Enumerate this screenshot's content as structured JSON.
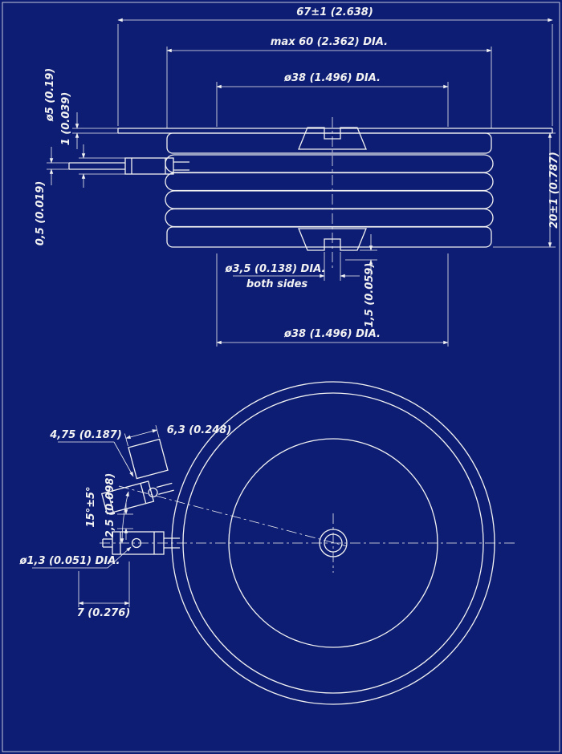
{
  "colors": {
    "background": "#0d1d73",
    "line": "#f2f2f2"
  },
  "side_view": {
    "dim_overall_width": "67±1 (2.638)",
    "dim_max_body_dia": "max 60 (2.362) DIA.",
    "dim_top_pole_dia": "ø38 (1.496) DIA.",
    "dim_lead_sleeve_dia": "ø5 (0.19)",
    "dim_tab_thickness": "1 (0.039)",
    "dim_gate_lead_thickness": "0,5 (0.019)",
    "dim_body_height": "20±1 (0.787)",
    "dim_gate_hole_dia": "ø3,5 (0.138) DIA.",
    "gate_hole_note": "both sides",
    "dim_gate_hole_depth": "1,5 (0.059)",
    "dim_bottom_pole_dia": "ø38 (1.496) DIA."
  },
  "plan_view": {
    "dim_terminal_pad_width": "6,3 (0.248)",
    "dim_sleeve_width": "4,75 (0.187)",
    "dim_lead_angle": "15°±5°",
    "dim_lead_offset": "2,5 (0.098)",
    "dim_gate_wire_dia": "ø1,3 (0.051) DIA.",
    "dim_lead_length": "7 (0.276)"
  }
}
